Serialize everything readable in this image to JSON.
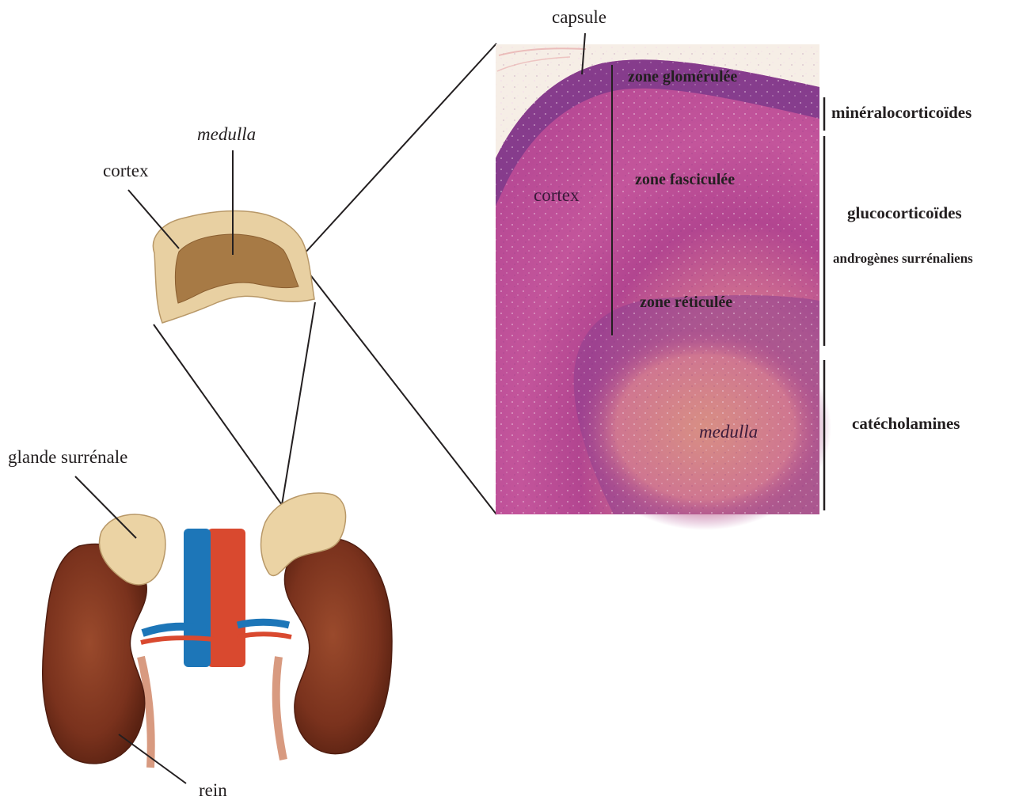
{
  "labels": {
    "capsule": "capsule",
    "medulla_top": "medulla",
    "cortex_left": "cortex",
    "glande": "glande surrénale",
    "rein": "rein",
    "cortex_histo": "cortex",
    "medulla_histo": "medulla"
  },
  "zones": {
    "glomerulee": "zone glomérulée",
    "fasciculee": "zone fasciculée",
    "reticulee": "zone réticulée"
  },
  "hormones": {
    "mineralo": "minéralocorticoïdes",
    "gluco": "glucocorticoïdes",
    "androgenes": "androgènes surrénaliens",
    "catechol": "catécholamines"
  },
  "colors": {
    "line": "#231f20",
    "gland_cortex": "#e9d2a6",
    "gland_medulla": "#a87a45",
    "histo_pink": "#c14f96",
    "histo_purple": "#7a3a86",
    "histo_medulla": "#d07a8c",
    "kidney": "#7d3520",
    "vein": "#1d76b8",
    "artery": "#d9492f"
  }
}
